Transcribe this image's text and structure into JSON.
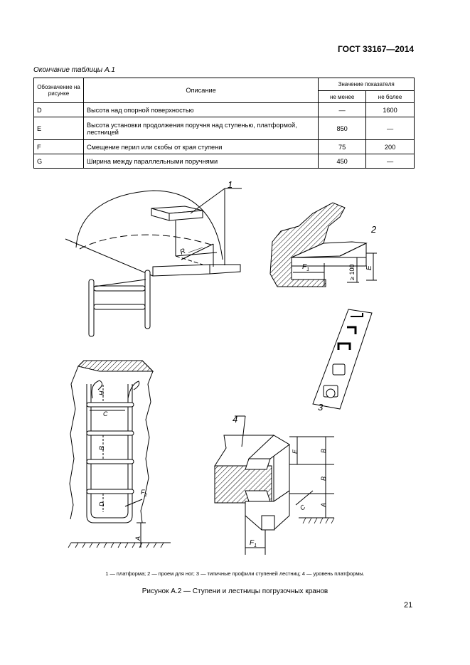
{
  "header": {
    "standard": "ГОСТ 33167—2014"
  },
  "table": {
    "caption": "Окончание таблицы А.1",
    "col_designation": "Обозначение на рисунке",
    "col_description": "Описание",
    "col_value": "Значение показателя",
    "col_min": "не менее",
    "col_max": "не более",
    "rows": [
      {
        "designation": "D",
        "description": "Высота над опорной поверхностью",
        "min": "—",
        "max": "1600"
      },
      {
        "designation": "E",
        "description": "Высота установки продолжения поручня над ступенью, платформой, лестницей",
        "min": "850",
        "max": "—"
      },
      {
        "designation": "F",
        "description": "Смещение перил или скобы от края ступени",
        "min": "75",
        "max": "200"
      },
      {
        "designation": "G",
        "description": "Ширина между параллельными поручнями",
        "min": "450",
        "max": "—"
      }
    ]
  },
  "figure": {
    "labels": {
      "n1": "1",
      "n2": "2",
      "n3": "3",
      "n4": "4",
      "R": "R",
      "E": "E",
      "F": "F",
      "sub1": "1",
      "sub2": "2",
      "ge100": "≥ 100",
      "H": "H",
      "C": "C",
      "B": "B",
      "D": "D",
      "A": "A"
    },
    "legend": "1 — платформа; 2 — проем для ног; 3 — типичные профили ступеней лестниц; 4 — уровень платформы.",
    "caption": "Рисунок А.2 — Ступени и лестницы погрузочных кранов"
  },
  "page": {
    "number": "21"
  }
}
